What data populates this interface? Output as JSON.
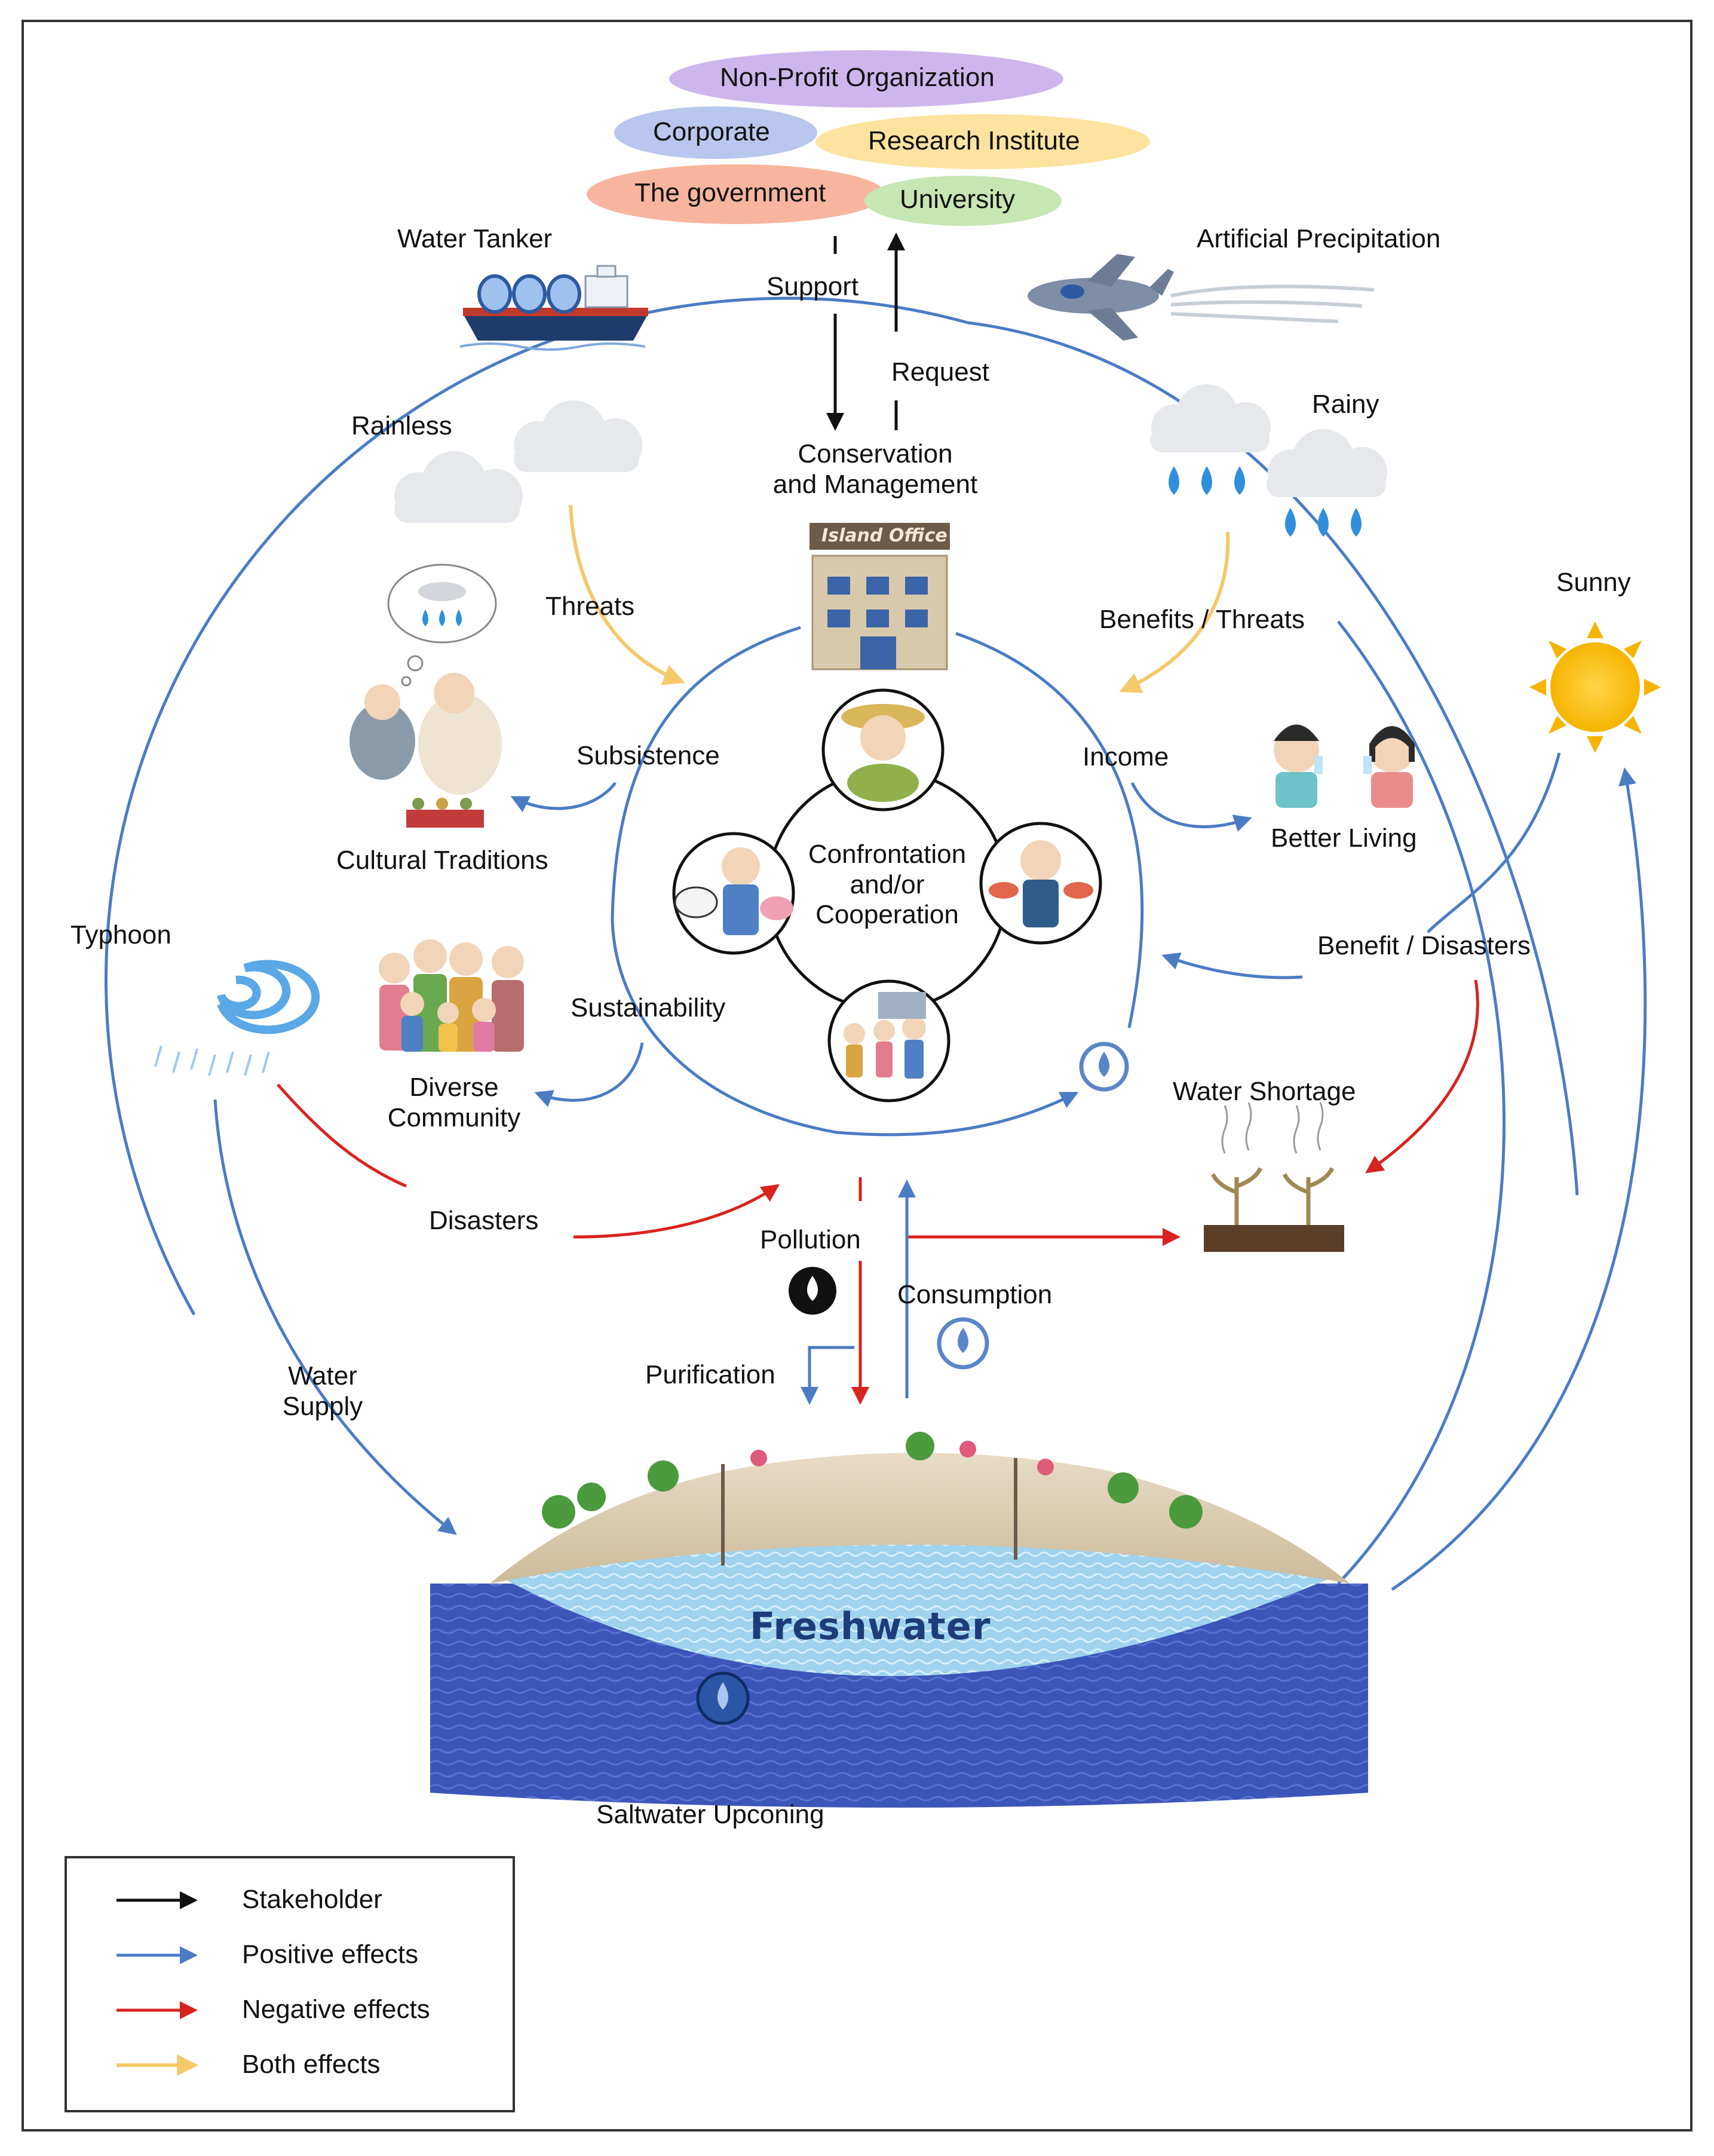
{
  "stakeholders": [
    {
      "label": "Non-Profit Organization",
      "color": "#cdb6ec"
    },
    {
      "label": "Corporate",
      "color": "#b9c7ee"
    },
    {
      "label": "Research Institute",
      "color": "#fde3a0"
    },
    {
      "label": "The government",
      "color": "#f7b59f"
    },
    {
      "label": "University",
      "color": "#c6e6b4"
    }
  ],
  "labels": {
    "support": "Support",
    "request": "Request",
    "conservation": "Conservation\nand Management",
    "island_office": "Island Office",
    "water_tanker": "Water Tanker",
    "artificial_precipitation": "Artificial Precipitation",
    "rainless": "Rainless",
    "rainy": "Rainy",
    "sunny": "Sunny",
    "threats": "Threats",
    "benefits_threats": "Benefits / Threats",
    "subsistence": "Subsistence",
    "income": "Income",
    "cultural_traditions": "Cultural Traditions",
    "better_living": "Better Living",
    "confrontation": "Confrontation\nand/or\nCooperation",
    "typhoon": "Typhoon",
    "sustainability": "Sustainability",
    "diverse_community": "Diverse\nCommunity",
    "benefit_disasters": "Benefit / Disasters",
    "water_shortage": "Water Shortage",
    "disasters": "Disasters",
    "pollution": "Pollution",
    "consumption": "Consumption",
    "purification": "Purification",
    "water_supply": "Water\nSupply",
    "freshwater": "Freshwater",
    "saltwater_upconing": "Saltwater Upconing"
  },
  "legend": [
    {
      "label": "Stakeholder",
      "color": "#111111"
    },
    {
      "label": "Positive effects",
      "color": "#4a7cc4"
    },
    {
      "label": "Negative effects",
      "color": "#d8231f"
    },
    {
      "label": "Both effects",
      "color": "#f5c86a"
    }
  ],
  "colors": {
    "positive": "#4a7cc4",
    "negative": "#d8231f",
    "both": "#f5c86a",
    "stakeholder": "#111111"
  }
}
